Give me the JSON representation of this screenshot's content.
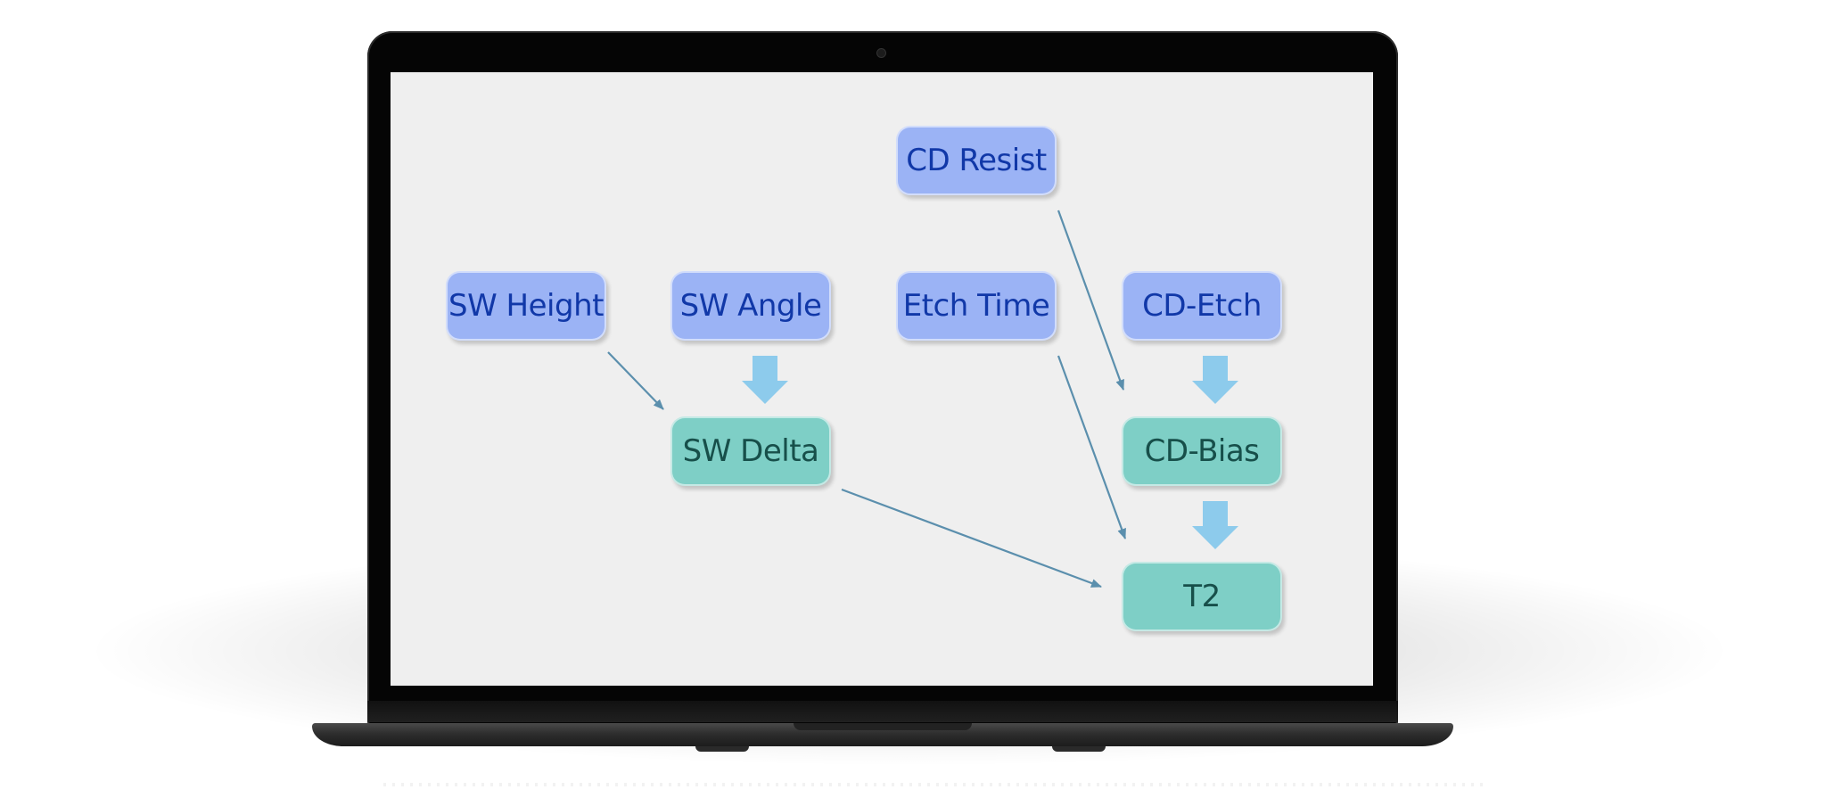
{
  "diagram": {
    "nodes": [
      {
        "id": "cd_resist",
        "label": "CD Resist",
        "kind": "input"
      },
      {
        "id": "sw_height",
        "label": "SW Height",
        "kind": "input"
      },
      {
        "id": "sw_angle",
        "label": "SW Angle",
        "kind": "input"
      },
      {
        "id": "etch_time",
        "label": "Etch Time",
        "kind": "input"
      },
      {
        "id": "cd_etch",
        "label": "CD-Etch",
        "kind": "input"
      },
      {
        "id": "sw_delta",
        "label": "SW Delta",
        "kind": "derived"
      },
      {
        "id": "cd_bias",
        "label": "CD-Bias",
        "kind": "derived"
      },
      {
        "id": "t2",
        "label": "T2",
        "kind": "derived"
      }
    ],
    "edges": [
      {
        "from": "sw_height",
        "to": "sw_delta",
        "style": "thin-arrow"
      },
      {
        "from": "sw_angle",
        "to": "sw_delta",
        "style": "block-arrow"
      },
      {
        "from": "cd_resist",
        "to": "cd_bias",
        "style": "thin-arrow"
      },
      {
        "from": "cd_etch",
        "to": "cd_bias",
        "style": "block-arrow"
      },
      {
        "from": "etch_time",
        "to": "t2",
        "style": "thin-arrow"
      },
      {
        "from": "cd_bias",
        "to": "t2",
        "style": "block-arrow"
      },
      {
        "from": "sw_delta",
        "to": "t2",
        "style": "thin-arrow"
      }
    ],
    "colors": {
      "input_fill": "#9bb3f5",
      "input_text": "#1138a8",
      "derived_fill": "#7ecfc6",
      "derived_text": "#174f4a",
      "thin_arrow": "#5b8fad",
      "block_arrow": "#8dcbec",
      "screen_background": "#efefef",
      "device_frame": "#050505"
    }
  }
}
